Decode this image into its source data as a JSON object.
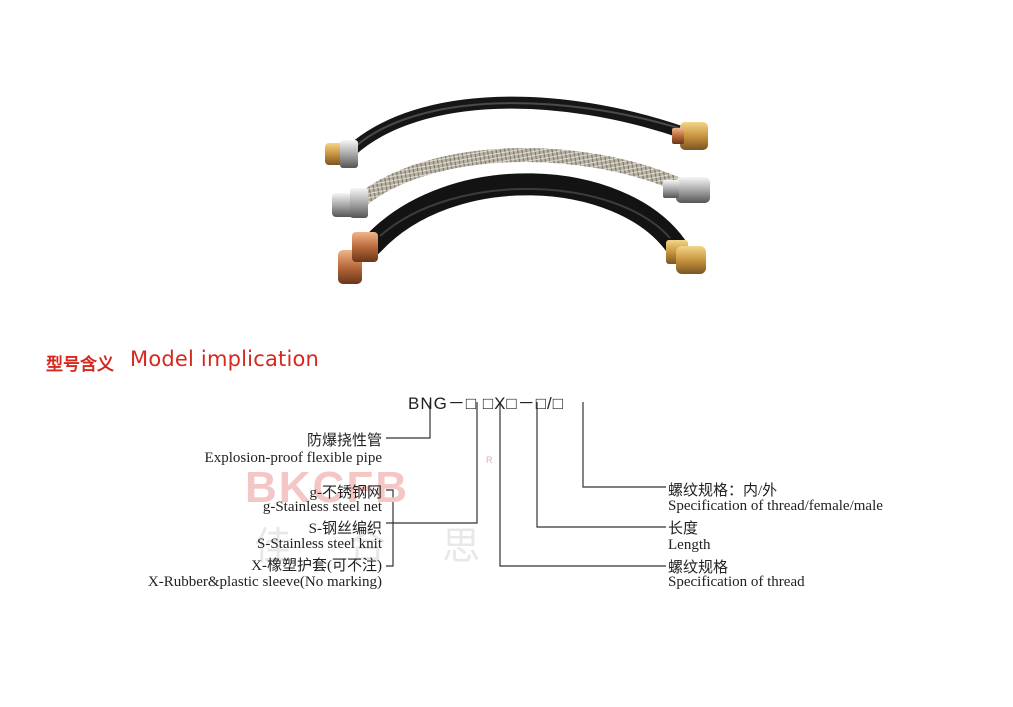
{
  "heading": {
    "title_cn": "型号含义",
    "title_en": "Model implication"
  },
  "model_code": "BNG－□ □X□－□/□",
  "labels": {
    "explosion_cn": "防爆挠性管",
    "explosion_en": "Explosion-proof  flexible pipe",
    "g_cn": "g-不锈钢网",
    "g_en": "g-Stainless steel net",
    "s_cn": "S-钢丝编织",
    "s_en": "S-Stainless steel knit",
    "x_cn": "X-橡塑护套(可不注)",
    "x_en": "X-Rubber&plastic  sleeve(No  marking)",
    "thread_type_cn": "螺纹规格：内/外",
    "thread_type_en": "Specification of thread/female/male",
    "length_cn": "长度",
    "length_en": "Length",
    "thread_spec_cn": "螺纹规格",
    "thread_spec_en": "Specification  of  thread"
  },
  "watermark": {
    "logo": "BKCFB",
    "cn": "佳 合 思",
    "registered": "R"
  },
  "colors": {
    "accent": "#d7271f",
    "watermark_logo": "#f4c6c6",
    "watermark_text": "#e8e8e8"
  }
}
